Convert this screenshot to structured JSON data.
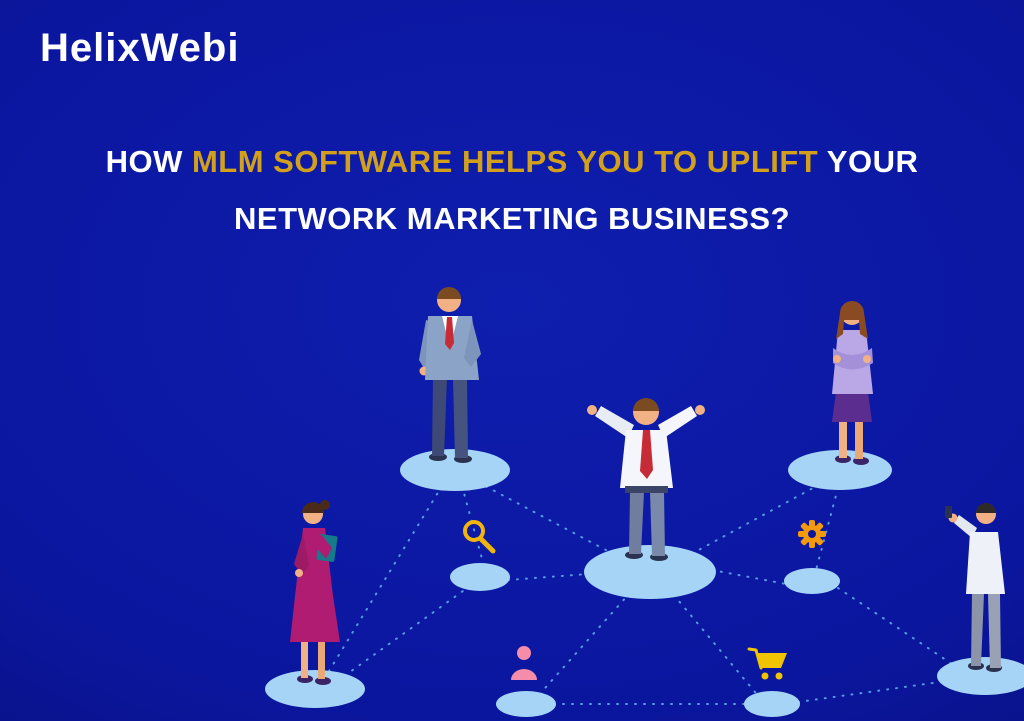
{
  "header": {
    "logo": "HelixWebi"
  },
  "heading": {
    "line1_prefix": "HOW ",
    "line1_highlight": "MLM SOFTWARE HELPS YOU TO UPLIFT",
    "line1_suffix": " YOUR",
    "line2": "NETWORK MARKETING BUSINESS?"
  },
  "colors": {
    "background_blue": "#0b169e",
    "accent_gold": "#d3a01c",
    "heading_white": "#ffffff",
    "node_fill": "#a6d4f6",
    "connection_line": "#5fa9e8",
    "icon_search": "#f0b40a",
    "icon_gear": "#f2990d",
    "icon_user": "#f48caa",
    "icon_cart": "#f0c400"
  },
  "illustration": {
    "description": "Isometric network-marketing illustration: five business people standing on light-blue oval nodes connected by dotted lines",
    "icons": [
      "search-icon",
      "gear-icon",
      "user-icon",
      "cart-icon"
    ],
    "people": [
      "businessman-suit",
      "presenter-open-arms",
      "businesswoman-arms-crossed",
      "woman-with-clipboard",
      "man-with-phone"
    ]
  }
}
